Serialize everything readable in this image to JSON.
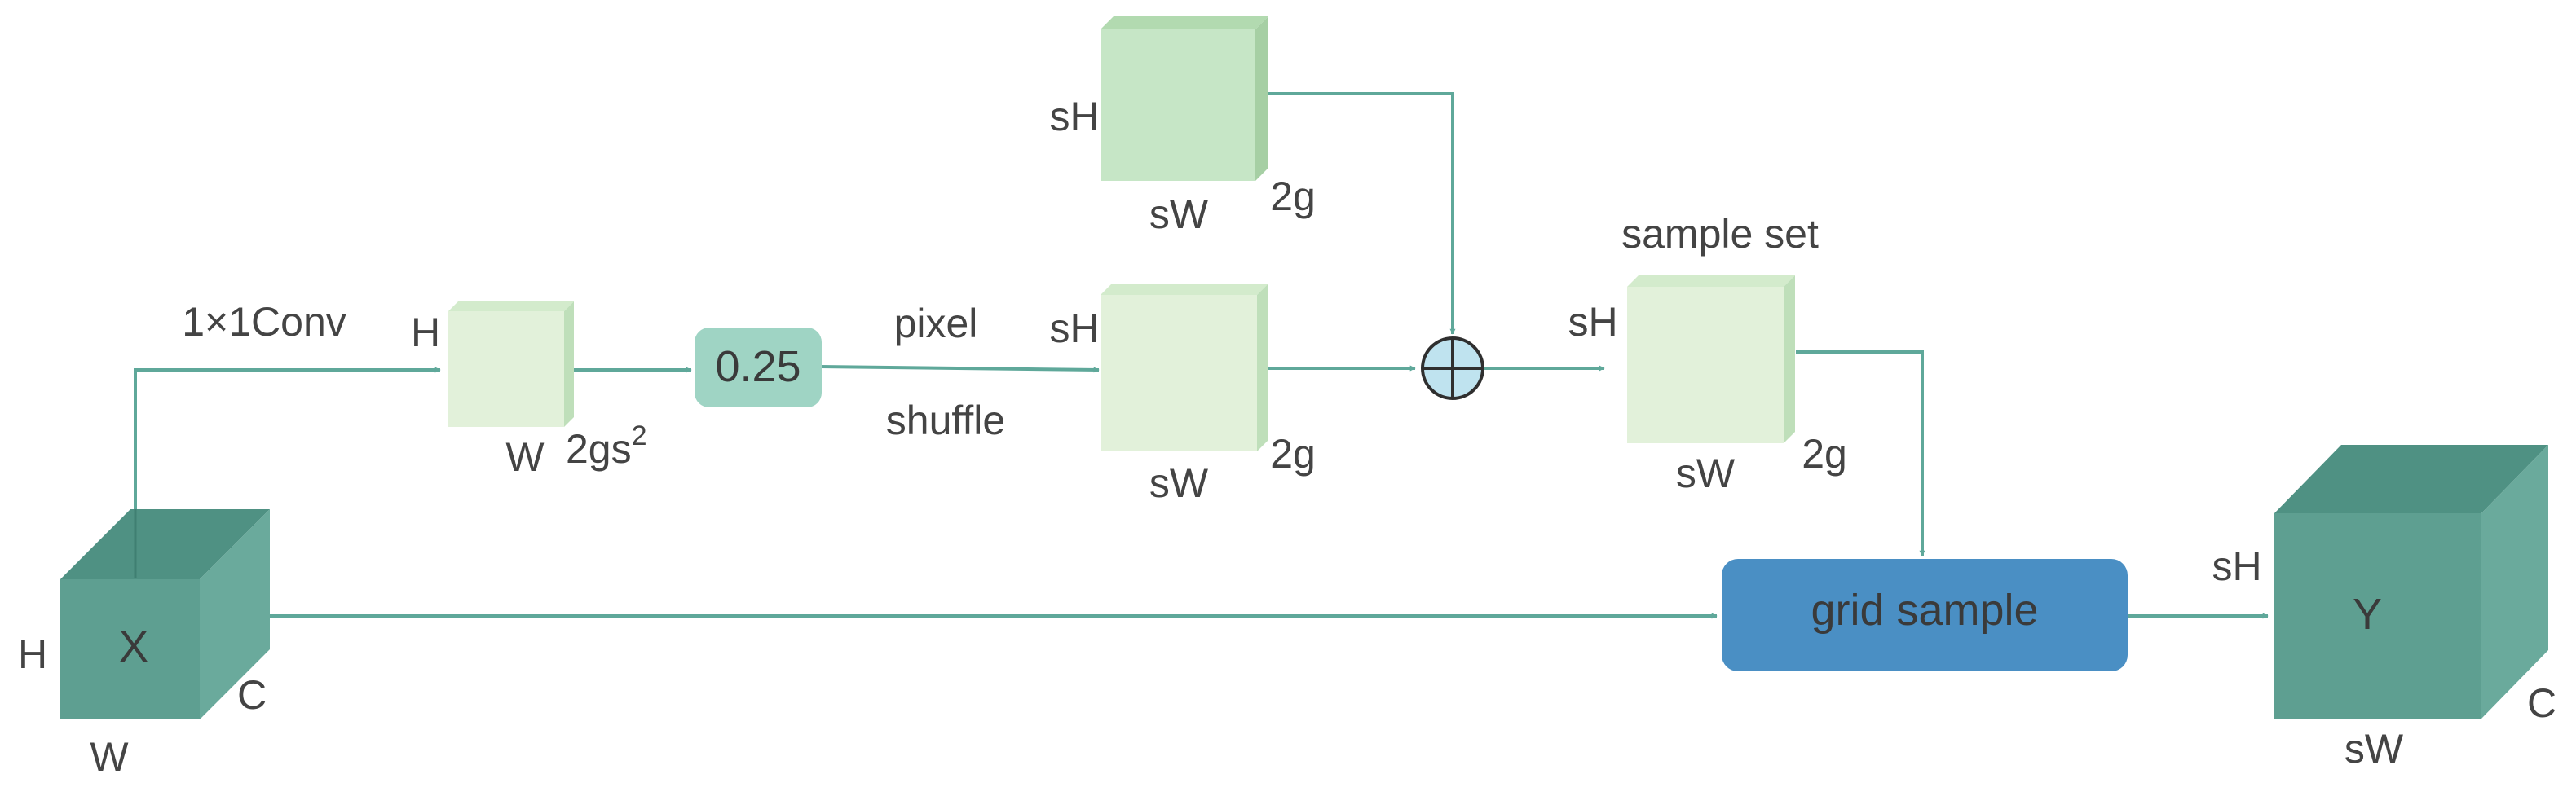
{
  "colors": {
    "arrow": "#5fa89a",
    "feature_cube": "#5d9e91",
    "light_cube": "#c6e6c6",
    "scale_node": "#9fd4c4",
    "grid_sample_node": "#4a8fc4",
    "sum_node": "#bfe3ef"
  },
  "input": {
    "label": "X",
    "h": "H",
    "w": "W",
    "c": "C"
  },
  "conv": {
    "label": "1×1Conv"
  },
  "offset_tensor": {
    "h": "H",
    "w": "W",
    "c": "2gs",
    "c_sup": "2"
  },
  "scale": {
    "label": "0.25"
  },
  "shuffle": {
    "line1": "pixel",
    "line2": "shuffle"
  },
  "offset_upsampled": {
    "h": "sH",
    "w": "sW",
    "c": "2g"
  },
  "init_grid": {
    "h": "sH",
    "w": "sW",
    "c": "2g"
  },
  "sum": {
    "icon": "plus-circle-icon"
  },
  "sample_set": {
    "title": "sample set",
    "h": "sH",
    "w": "sW",
    "c": "2g"
  },
  "grid_sample": {
    "label": "grid sample"
  },
  "output": {
    "label": "Y",
    "h": "sH",
    "w": "sW",
    "c": "C"
  }
}
